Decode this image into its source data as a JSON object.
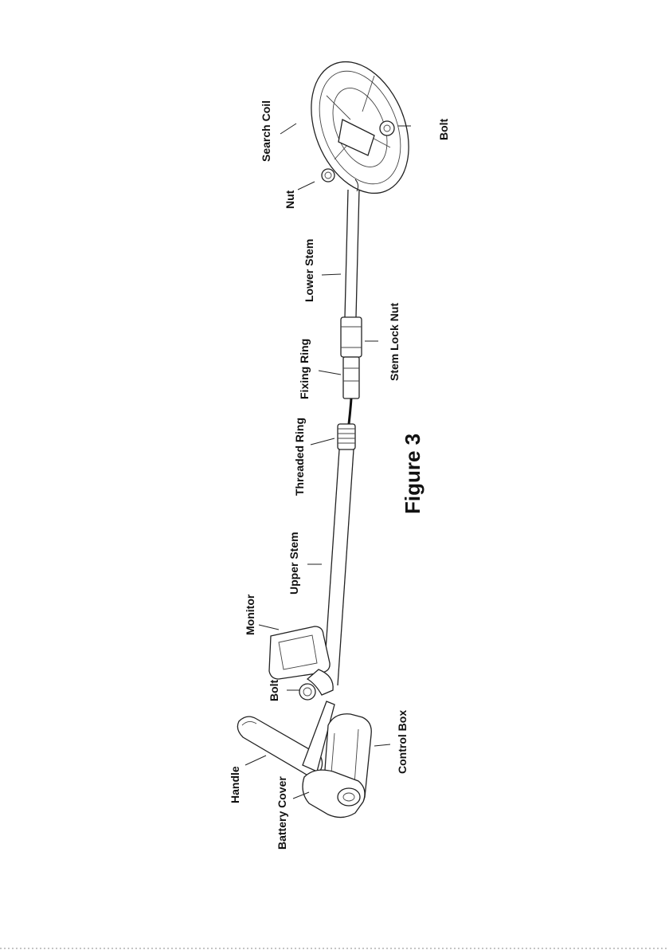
{
  "figure_title": "Figure 3",
  "labels": {
    "search_coil": "Search Coil",
    "bolt_top": "Bolt",
    "nut": "Nut",
    "lower_stem": "Lower Stem",
    "stem_lock_nut": "Stem Lock Nut",
    "fixing_ring": "Fixing Ring",
    "threaded_ring": "Threaded Ring",
    "upper_stem": "Upper Stem",
    "monitor": "Monitor",
    "bolt_bottom": "Bolt",
    "handle": "Handle",
    "control_box": "Control Box",
    "battery_cover": "Battery Cover"
  }
}
